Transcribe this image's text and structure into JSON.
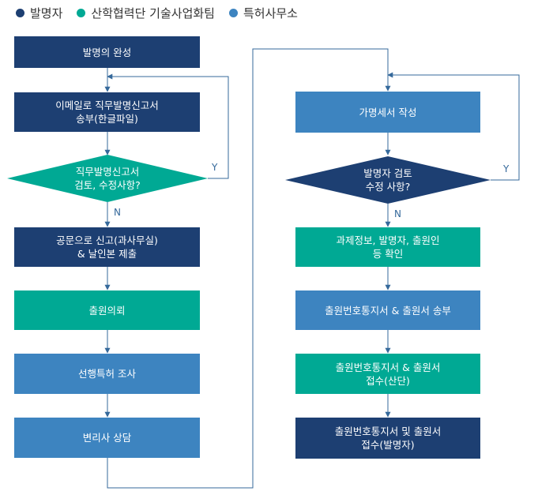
{
  "colors": {
    "inventor": "#1d3f72",
    "industry": "#00a994",
    "patent_office": "#3d84c0",
    "line": "#35699b"
  },
  "legend": [
    {
      "label": "발명자",
      "color": "#1d3f72"
    },
    {
      "label": "산학협력단 기술사업화팀",
      "color": "#00a994"
    },
    {
      "label": "특허사무소",
      "color": "#3d84c0"
    }
  ],
  "left": {
    "step1": "발명의 완성",
    "step2": {
      "line1": "이메일로 직무발명신고서",
      "line2": "송부(한글파일)"
    },
    "decision": {
      "line1": "직무발명신고서",
      "line2": "검토, 수정사항?",
      "yes": "Y",
      "no": "N"
    },
    "step3": {
      "line1": "공문으로 신고(과사무실)",
      "line2": "& 날인본 제출"
    },
    "step4": "출원의뢰",
    "step5": "선행특허 조사",
    "step6": "변리사 상담"
  },
  "right": {
    "step1": "가명세서 작성",
    "decision": {
      "line1": "발명자 검토",
      "line2": "수정 사항?",
      "yes": "Y",
      "no": "N"
    },
    "step2": {
      "line1": "과제정보, 발명자, 출원인",
      "line2": "등 확인"
    },
    "step3": "출원번호통지서 & 출원서 송부",
    "step4": {
      "line1": "출원번호통지서 & 출원서",
      "line2": "접수(산단)"
    },
    "step5": {
      "line1": "출원번호통지서 및 출원서",
      "line2": "접수(발명자)"
    }
  }
}
